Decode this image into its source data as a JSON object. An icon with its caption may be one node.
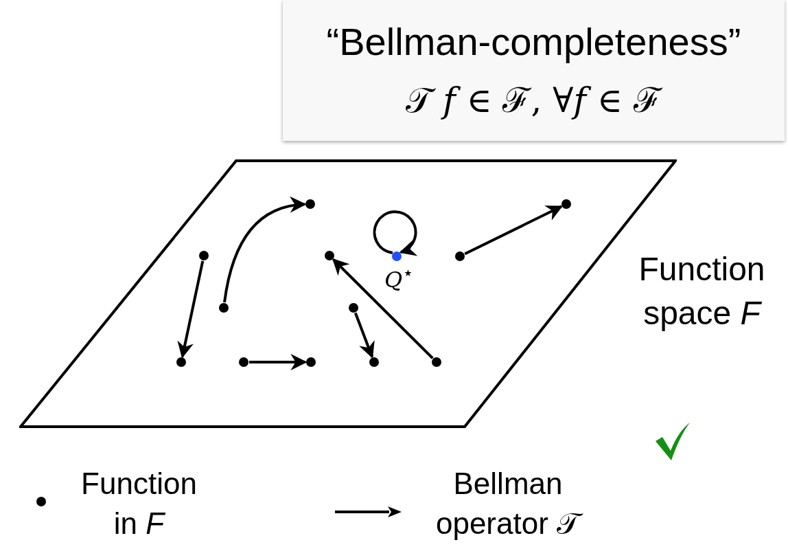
{
  "diagram": {
    "nodes": [
      {
        "text": [
          "“Bellman-completeness”",
          "𝒯 *f* ∈ ℱ, ∀*f* ∈ ℱ"
        ]
      },
      {
        "text": [],
        "shape": "box",
        "beside": [
          "Function space *F*"
        ]
      },
      {
        "text": [],
        "shape": "circle",
        "in": 1
      },
      {
        "text": [],
        "shape": "circle",
        "in": 1
      },
      {
        "text": [],
        "shape": "circle",
        "in": 1
      },
      {
        "text": [],
        "shape": "circle",
        "in": 1
      },
      {
        "text": [],
        "shape": "circle",
        "in": 1,
        "beside": [
          "*Q*$^{⋆}$"
        ]
      },
      {
        "text": [],
        "shape": "circle",
        "in": 1
      },
      {
        "text": [],
        "shape": "circle",
        "in": 1
      },
      {
        "text": [],
        "shape": "circle",
        "in": 1
      },
      {
        "text": [],
        "shape": "circle",
        "in": 1
      },
      {
        "text": [],
        "shape": "circle",
        "in": 1
      },
      {
        "text": [],
        "shape": "circle",
        "in": 1
      },
      {
        "text": [],
        "shape": "circle",
        "in": 1
      },
      {
        "text": [],
        "shape": "circle",
        "in": 1
      }
    ],
    "edges": [
      {
        "from": 8,
        "to": 2,
        "arrow": "to"
      },
      {
        "from": 7,
        "to": 3,
        "arrow": "to"
      },
      {
        "from": 6,
        "to": 6,
        "arrow": "to"
      },
      {
        "from": 4,
        "to": 10,
        "arrow": "to"
      },
      {
        "from": 14,
        "to": 5,
        "arrow": "to"
      },
      {
        "from": 9,
        "to": 13,
        "arrow": "to"
      },
      {
        "from": 11,
        "to": 12,
        "arrow": "to"
      }
    ],
    "legend": [
      {
        "text": "Function in *F*"
      },
      {
        "text": "Bellman operator 𝒯"
      }
    ]
  }
}
